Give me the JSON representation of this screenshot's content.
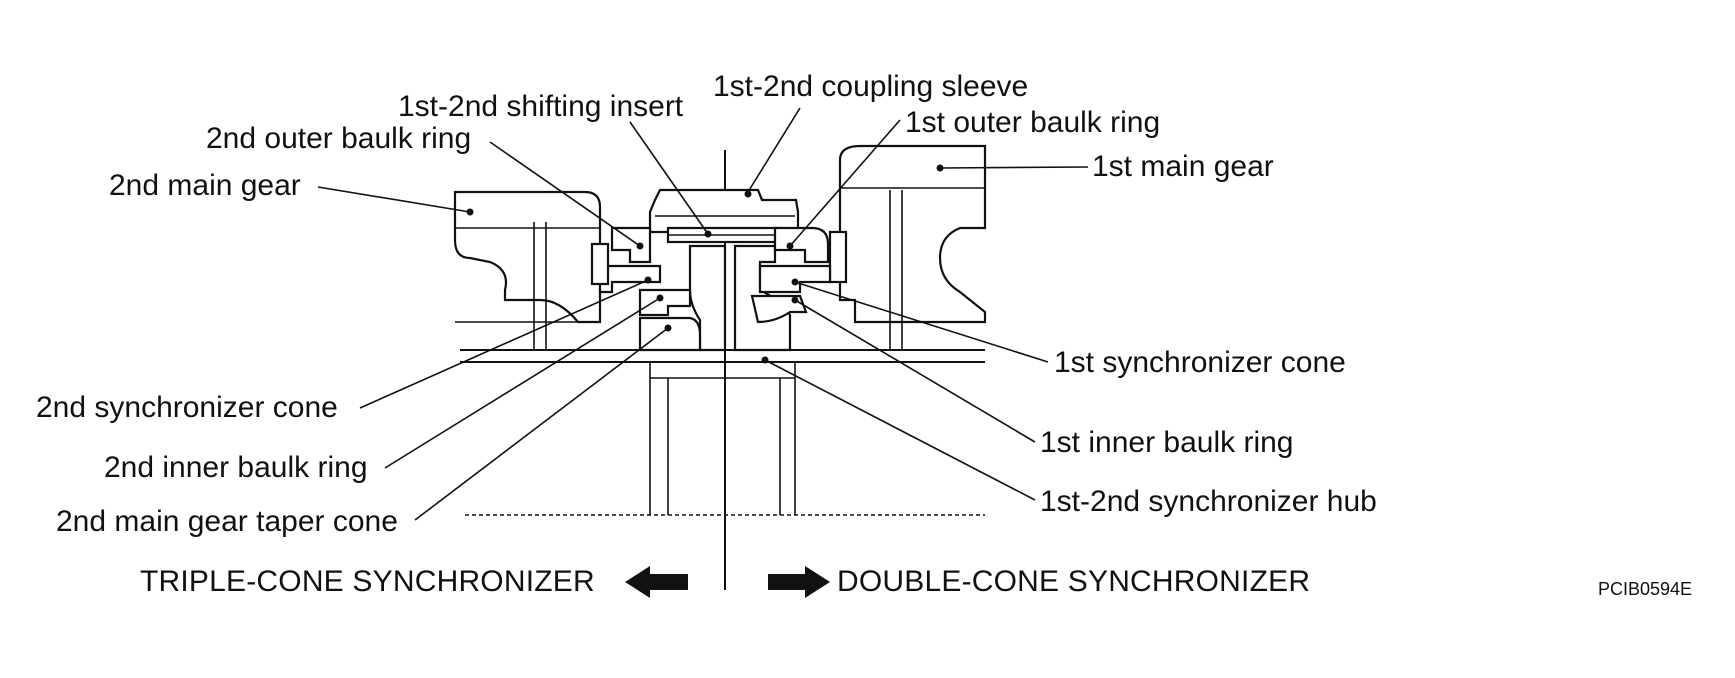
{
  "labels": {
    "coupling_sleeve": "1st-2nd coupling sleeve",
    "shifting_insert": "1st-2nd shifting insert",
    "outer_baulk_1st": "1st outer baulk ring",
    "outer_baulk_2nd": "2nd outer baulk ring",
    "main_gear_1st": "1st main gear",
    "main_gear_2nd": "2nd main gear",
    "sync_cone_1st": "1st synchronizer cone",
    "sync_cone_2nd": "2nd synchronizer cone",
    "inner_baulk_1st": "1st inner baulk ring",
    "inner_baulk_2nd": "2nd inner baulk ring",
    "hub": "1st-2nd synchronizer hub",
    "taper_cone_2nd": "2nd main gear taper cone"
  },
  "captions": {
    "left": "TRIPLE-CONE SYNCHRONIZER",
    "right": "DOUBLE-CONE SYNCHRONIZER"
  },
  "figure_code": "PCIB0594E"
}
